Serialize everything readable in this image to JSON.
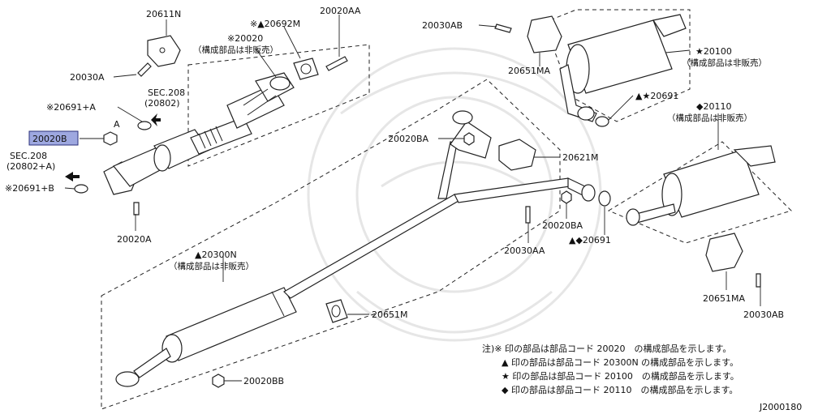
{
  "labels": {
    "p20611N": "20611N",
    "p20030A": "20030A",
    "p20020A": "20020A",
    "p20020B": "20020B",
    "p20692M": "※▲20692M",
    "p20020AA": "20020AA",
    "p20020": "※20020",
    "p20020_sub": "（構成部品は非販売）",
    "sec208a": "SEC.208",
    "sec208a_sub": "(20802)",
    "sec208b": "SEC.208",
    "sec208b_sub": "(20802+A)",
    "p20691A": "※20691+A",
    "p20691B": "※20691+B",
    "p20030AB_top": "20030AB",
    "p20651MA_top": "20651MA",
    "p20100": "★20100",
    "p20100_sub": "（構成部品は非販売）",
    "p20691_star": "▲★20691",
    "p20020BA_left": "20020BA",
    "p20621M": "20621M",
    "p20110": "◆20110",
    "p20110_sub": "（構成部品は非販売）",
    "p20020BA_right": "20020BA",
    "p20030AA": "20030AA",
    "p20691_diamond": "▲◆20691",
    "p20300N": "▲20300N",
    "p20300N_sub": "（構成部品は非販売）",
    "p20651M": "20651M",
    "p20020BB": "20020BB",
    "p20651MA_bot": "20651MA",
    "p20030AB_bot": "20030AB",
    "marker_A": "A",
    "diagram_id": "J2000180"
  },
  "notes": [
    "注)※ 印の部品は部品コード 20020　の構成部品を示します。",
    "▲ 印の部品は部品コード 20300N の構成部品を示します。",
    "★ 印の部品は部品コード 20100　の構成部品を示します。",
    "◆ 印の部品は部品コード 20110　の構成部品を示します。"
  ],
  "colors": {
    "highlight_fill": "#9ea8e0",
    "highlight_border": "#2a2f7a",
    "line": "#222222"
  }
}
